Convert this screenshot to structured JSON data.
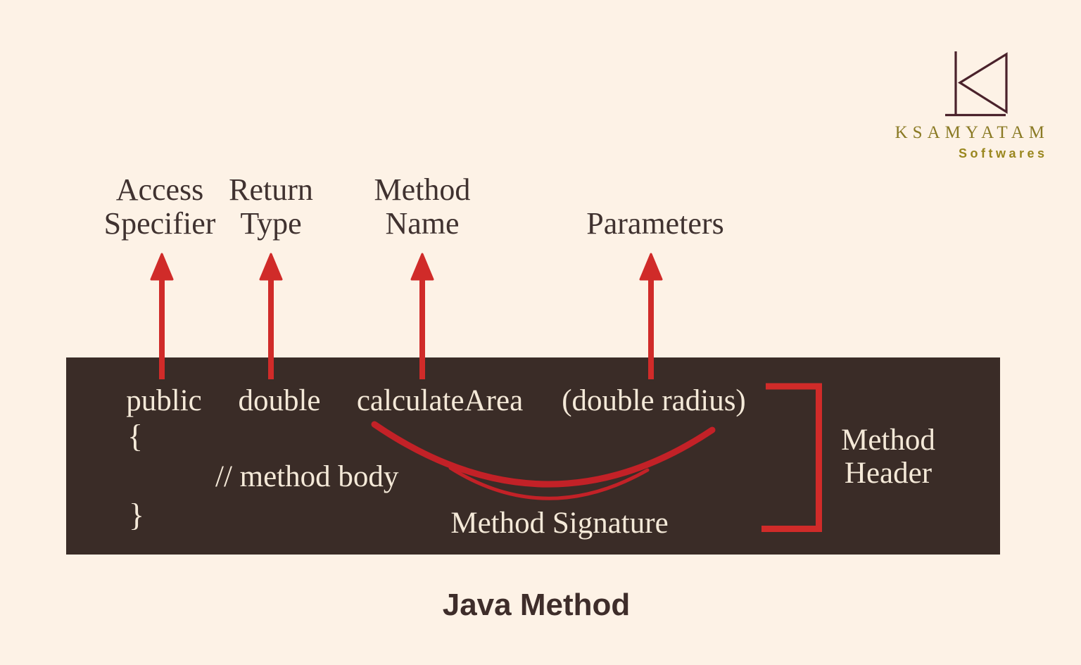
{
  "brand": {
    "name": "KSAMYATAM",
    "tagline": "Softwares",
    "logo_icon": "k-monogram"
  },
  "diagram": {
    "title": "Java Method",
    "pointer_labels": [
      "Access Specifier",
      "Return Type",
      "Method Name",
      "Parameters"
    ],
    "code": {
      "access_specifier": "public",
      "return_type": "double",
      "method_name": "calculateArea",
      "parameters": "(double radius)",
      "open_brace": "{",
      "body_comment": "// method body",
      "close_brace": "}"
    },
    "annotations": {
      "method_signature": "Method Signature",
      "method_header": "Method Header"
    }
  },
  "colors": {
    "background": "#fdf2e6",
    "code_box": "#3a2c27",
    "accent_red": "#d02b29",
    "curve_red": "#c32127",
    "code_text": "#f4e9d8",
    "label_text": "#403230",
    "title_text": "#3e2d2a",
    "logo_mark": "#4a222b",
    "brand_gold": "#8a7a24"
  }
}
